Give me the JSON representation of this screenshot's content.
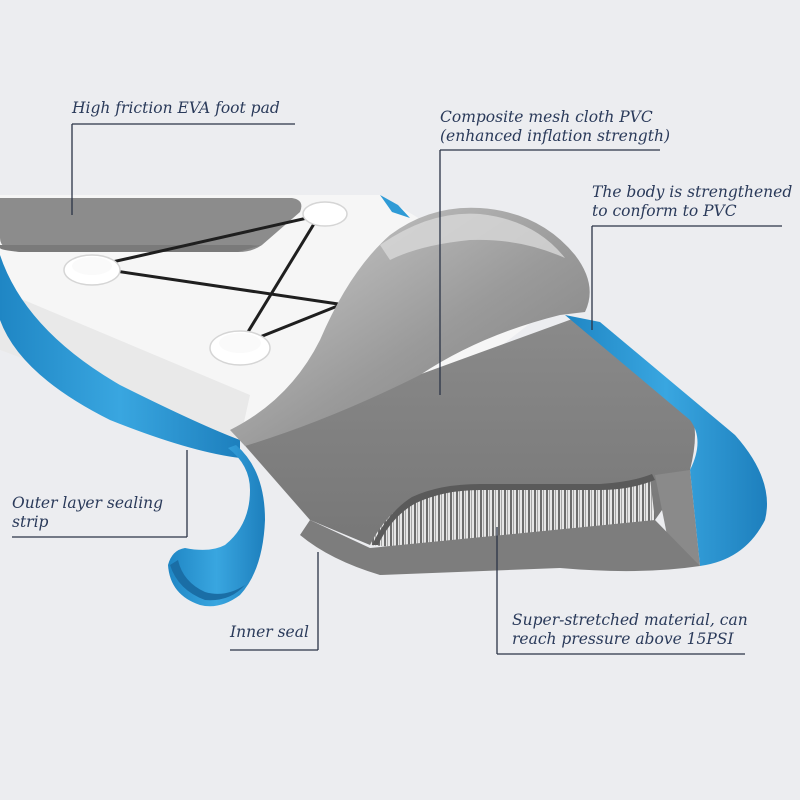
{
  "labels": {
    "foot_pad": "High friction EVA foot pad",
    "mesh_line1": "Composite mesh cloth PVC",
    "mesh_line2": "(enhanced inflation strength)",
    "body_line1": "The body is strengthened",
    "body_line2": "to conform to PVC",
    "outer_line1": "Outer layer sealing",
    "outer_line2": "strip",
    "inner_seal": "Inner seal",
    "stretch_line1": "Super-stretched material, can",
    "stretch_line2": "reach pressure above 15PSI"
  },
  "colors": {
    "rail_blue": "#2f9bd6",
    "pvc_gray": "#8c8c8c",
    "board_white": "#f7f7f7",
    "label_text": "#2a3a5a",
    "leader_line": "#2b3446"
  }
}
